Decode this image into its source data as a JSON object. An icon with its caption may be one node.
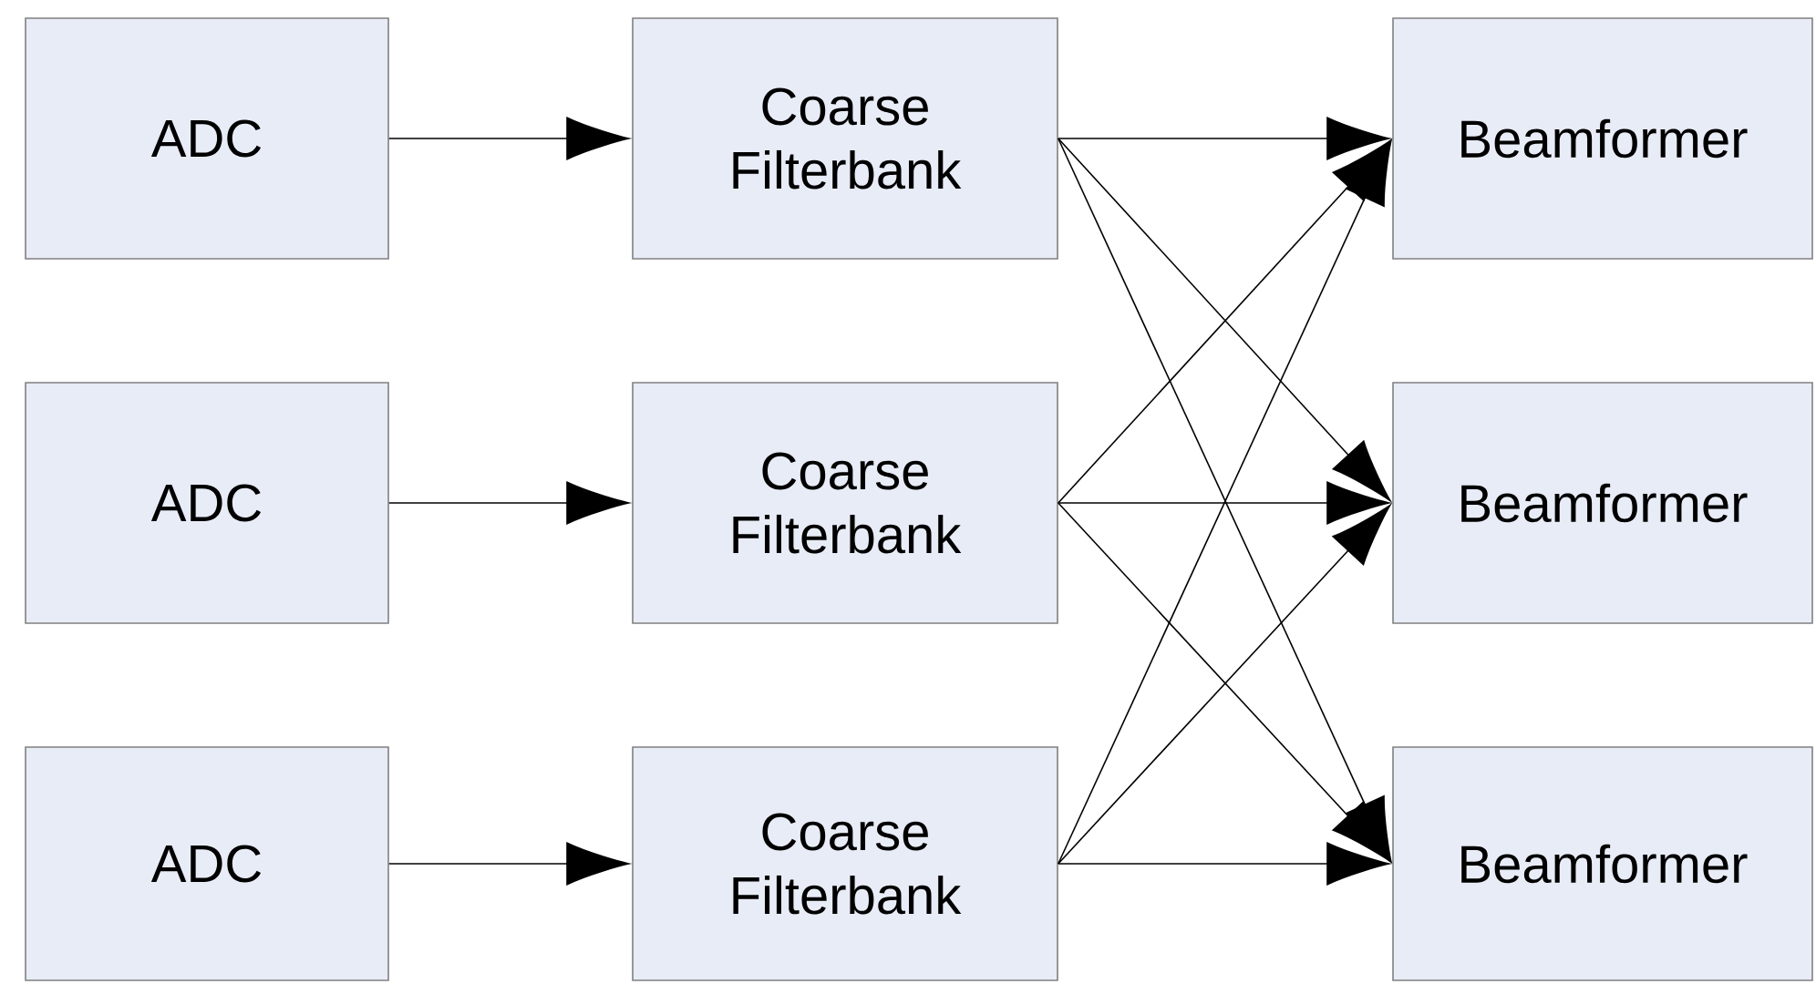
{
  "diagram": {
    "nodes": [
      {
        "text": [
          "ADC"
        ]
      },
      {
        "text": [
          "Coarse Filterbank"
        ]
      },
      {
        "text": [
          "Beamformer"
        ]
      },
      {
        "text": [
          "ADC"
        ]
      },
      {
        "text": [
          "Coarse Filterbank"
        ]
      },
      {
        "text": [
          "Beamformer"
        ]
      },
      {
        "text": [
          "ADC"
        ]
      },
      {
        "text": [
          "Coarse Filterbank"
        ]
      },
      {
        "text": [
          "Beamformer"
        ]
      }
    ],
    "edges": [
      {
        "from": 0,
        "to": 1,
        "arrow": "to"
      },
      {
        "from": 3,
        "to": 4,
        "arrow": "to"
      },
      {
        "from": 6,
        "to": 7,
        "arrow": "to"
      },
      {
        "from": 1,
        "to": 2,
        "arrow": "to"
      },
      {
        "from": 1,
        "to": 5,
        "arrow": "to"
      },
      {
        "from": 1,
        "to": 8,
        "arrow": "to"
      },
      {
        "from": 4,
        "to": 2,
        "arrow": "to"
      },
      {
        "from": 4,
        "to": 5,
        "arrow": "to"
      },
      {
        "from": 4,
        "to": 8,
        "arrow": "to"
      },
      {
        "from": 7,
        "to": 2,
        "arrow": "to"
      },
      {
        "from": 7,
        "to": 5,
        "arrow": "to"
      },
      {
        "from": 7,
        "to": 8,
        "arrow": "to"
      }
    ]
  }
}
